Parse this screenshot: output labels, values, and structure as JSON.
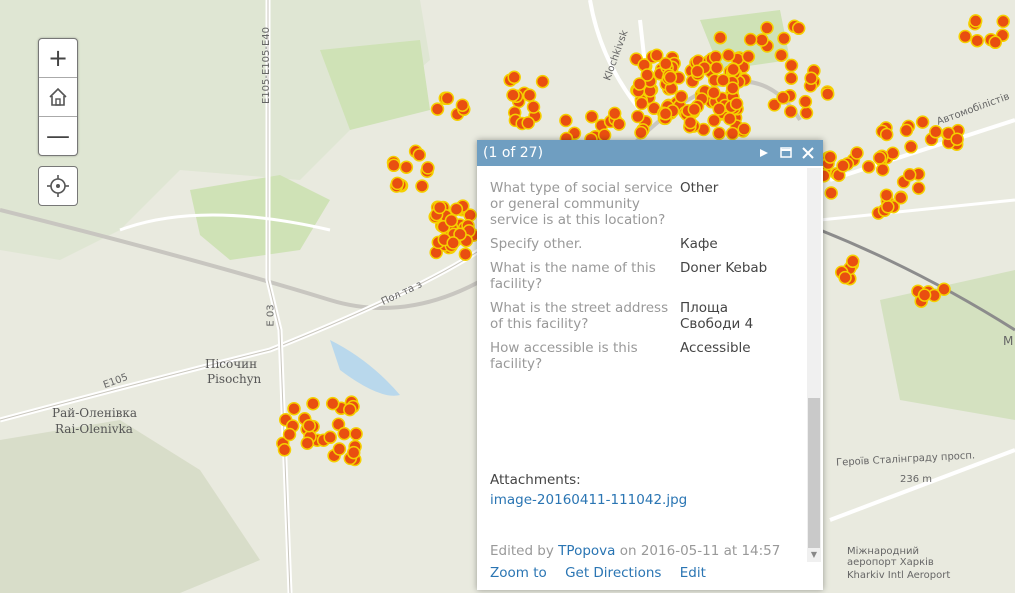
{
  "map": {
    "place_labels": [
      {
        "text": "Пісочин"
      },
      {
        "text": "Pisochyn"
      },
      {
        "text": "Рай-Оленівка"
      },
      {
        "text": "Rai-Olenivka"
      }
    ],
    "road_labels": [
      "E105-E105-E40",
      "E105",
      "Е 03",
      "Пол та з",
      "Героїв Сталінграду просп.",
      "236 m",
      "Міжнародний аеропорт Харків",
      "Kharkiv Intl Aeroport",
      "M",
      "Автомобілістів",
      "Klochkivsk"
    ],
    "marker_color": "#e94f10",
    "marker_ring_color": "#f5d000"
  },
  "controls": {
    "zoom_in": "+",
    "zoom_out": "—"
  },
  "popup": {
    "title": "(1 of 27)",
    "header_color": "#6f9ec1",
    "fields": [
      {
        "label": "What type of social service or general community service is at this location?",
        "value": "Other"
      },
      {
        "label": "Specify other.",
        "value": "Кафе"
      },
      {
        "label": "What is the name of this facility?",
        "value": "Doner Kebab"
      },
      {
        "label": "What is the street address of this facility?",
        "value": "Площа Свободи 4"
      },
      {
        "label": "How accessible is this facility?",
        "value": "Accessible"
      }
    ],
    "attachments_label": "Attachments:",
    "attachment_file": "image-20160411-111042.jpg",
    "edited_prefix": "Edited by",
    "edited_user": "TPopova",
    "edited_suffix": "on 2016-05-11 at 14:57",
    "actions": {
      "zoom_to": "Zoom to",
      "get_directions": "Get Directions",
      "edit": "Edit"
    }
  }
}
